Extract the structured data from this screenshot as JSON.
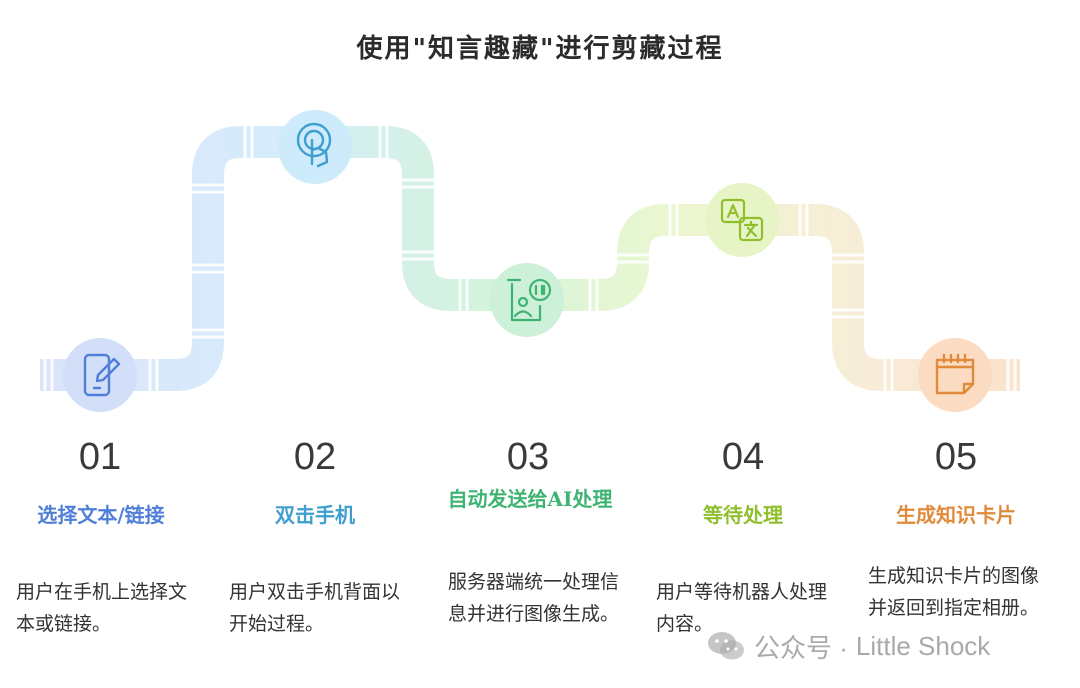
{
  "title": "使用\"知言趣藏\"进行剪藏过程",
  "steps": [
    {
      "number": "01",
      "label": "选择文本/链接",
      "description": "用户在手机上选择文本或链接。",
      "color": "#4f7fd8",
      "icon": "phone-edit-icon"
    },
    {
      "number": "02",
      "label": "双击手机",
      "description": "用户双击手机背面以开始过程。",
      "color": "#3e9fcf",
      "icon": "tap-icon"
    },
    {
      "number": "03",
      "label": "自动发送给AI处理",
      "description": "服务器端统一处理信息并进行图像生成。",
      "color": "#3fb472",
      "icon": "ai-chat-icon"
    },
    {
      "number": "04",
      "label": "等待处理",
      "description": "用户等待机器人处理内容。",
      "color": "#8fbf2d",
      "icon": "translate-icon"
    },
    {
      "number": "05",
      "label": "生成知识卡片",
      "description": "生成知识卡片的图像并返回到指定相册。",
      "color": "#e08a3a",
      "icon": "calendar-icon"
    }
  ],
  "watermark": {
    "prefix": "公众号 ·",
    "name": "Little Shock"
  }
}
